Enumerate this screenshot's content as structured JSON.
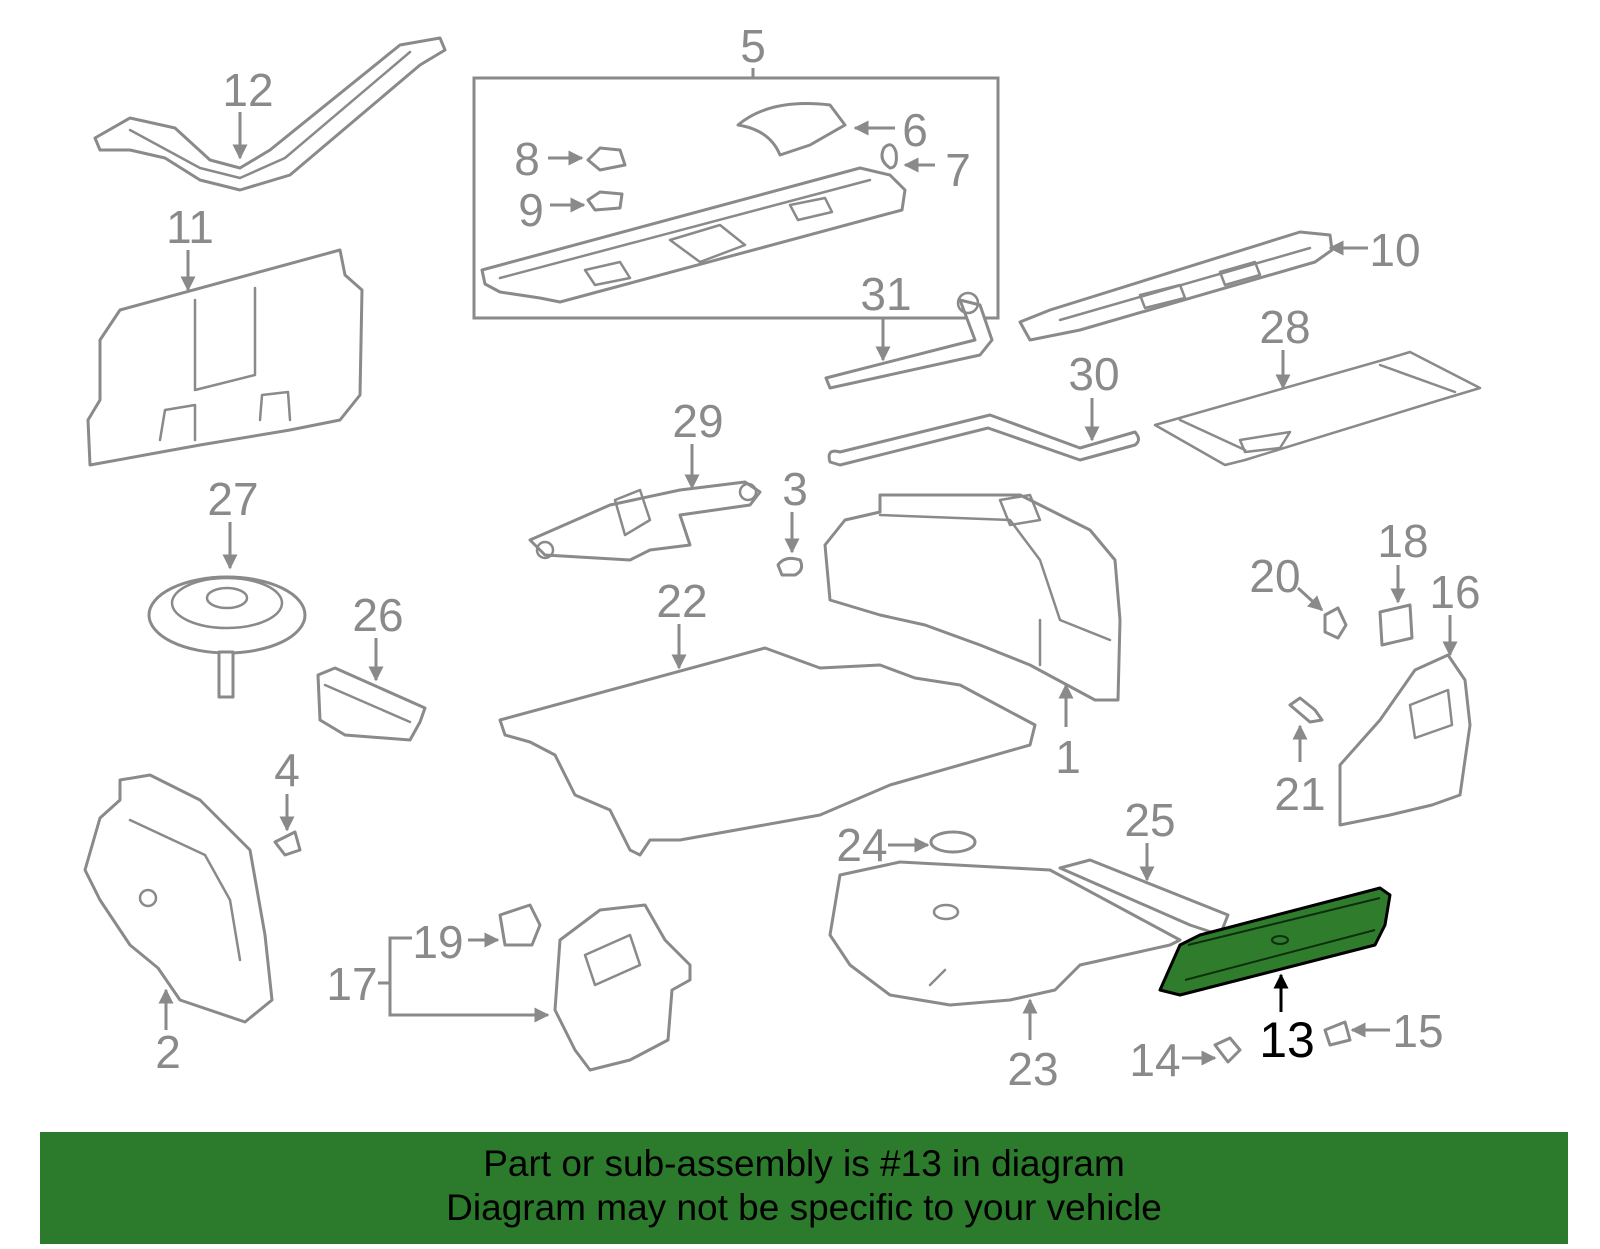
{
  "diagram": {
    "callouts": {
      "c1": "1",
      "c2": "2",
      "c3": "3",
      "c4": "4",
      "c5": "5",
      "c6": "6",
      "c7": "7",
      "c8": "8",
      "c9": "9",
      "c10": "10",
      "c11": "11",
      "c12": "12",
      "c13": "13",
      "c14": "14",
      "c15": "15",
      "c16": "16",
      "c17": "17",
      "c18": "18",
      "c19": "19",
      "c20": "20",
      "c21": "21",
      "c22": "22",
      "c23": "23",
      "c24": "24",
      "c25": "25",
      "c26": "26",
      "c27": "27",
      "c28": "28",
      "c29": "29",
      "c30": "30",
      "c31": "31"
    },
    "highlighted_part": "13",
    "colors": {
      "highlight": "#2f7d2c",
      "parts": "#8a8a8a",
      "banner": "#2c7a2b"
    }
  },
  "banner": {
    "line1": "Part or sub-assembly is #13 in diagram",
    "line2": "Diagram may not be specific to your vehicle"
  }
}
